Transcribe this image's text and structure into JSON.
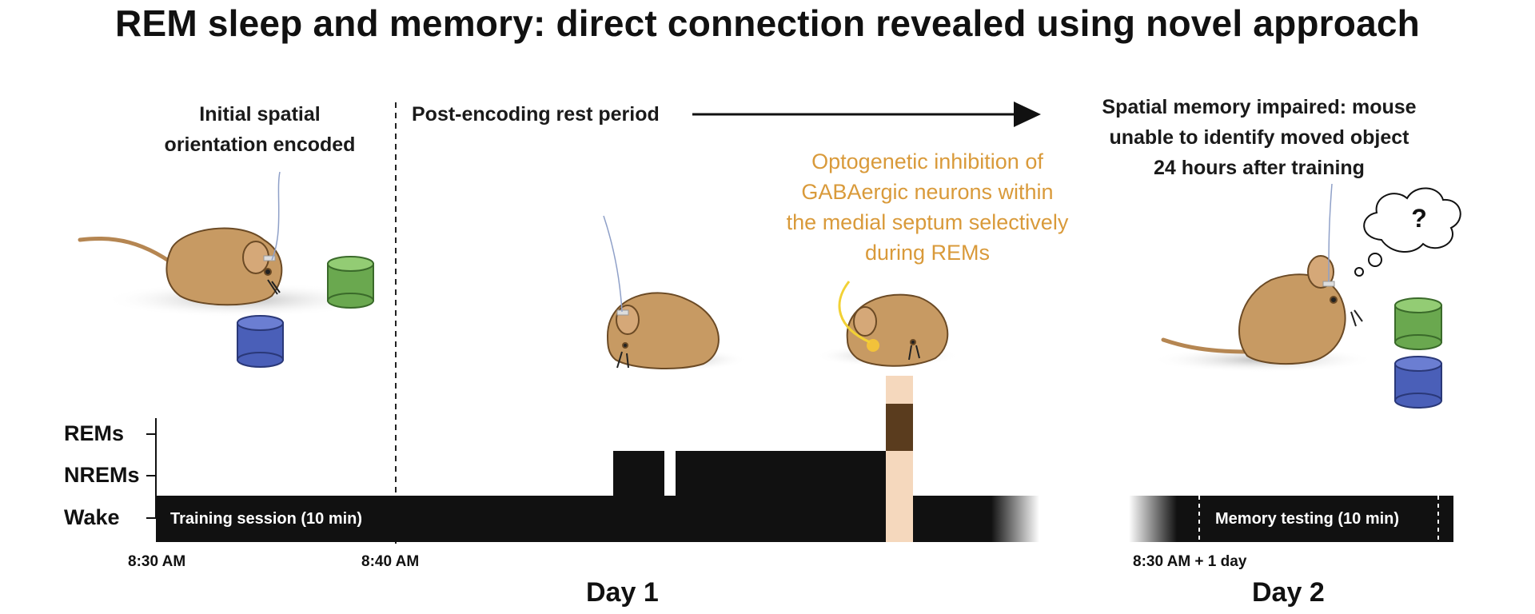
{
  "title": "REM sleep and memory: direct connection revealed using novel approach",
  "labels": {
    "initial": [
      "Initial spatial",
      "orientation encoded"
    ],
    "rest_period": "Post-encoding rest period",
    "impaired": [
      "Spatial memory impaired: mouse",
      "unable to identify moved object",
      "24 hours after training"
    ],
    "optogenetic": [
      "Optogenetic inhibition of",
      "GABAergic neurons within",
      "the medial septum selectively",
      "during REMs"
    ],
    "thought": "?"
  },
  "hypnogram": {
    "states": [
      "REMs",
      "NREMs",
      "Wake"
    ],
    "training": "Training session (10 min)",
    "testing": "Memory testing (10 min)"
  },
  "time_ticks": [
    "8:30 AM",
    "8:40 AM",
    "8:30 AM + 1 day"
  ],
  "days": [
    "Day 1",
    "Day 2"
  ],
  "colors": {
    "orange_text": "#d99a3a",
    "rem_bar": "#5a3c1e",
    "laser_light": "#f5d8bd",
    "mouse_fur": "#c79a63",
    "green_object": "#6aa84f",
    "blue_object": "#4a5fb8"
  }
}
